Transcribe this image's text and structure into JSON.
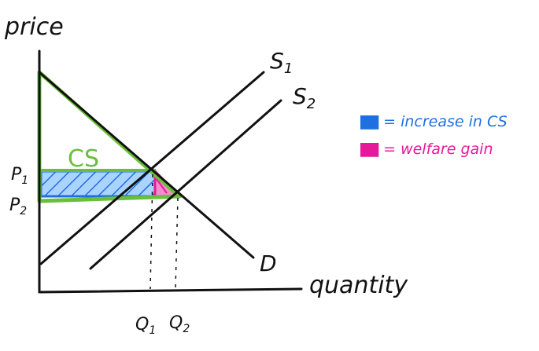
{
  "labels": {
    "y_axis": "price",
    "x_axis": "quantity",
    "supply_1": "S",
    "supply_1_sub": "1",
    "supply_2": "S",
    "supply_2_sub": "2",
    "demand": "D",
    "consumer_surplus": "CS",
    "price_1": "P",
    "price_1_sub": "1",
    "price_2": "P",
    "price_2_sub": "2",
    "quantity_1": "Q",
    "quantity_1_sub": "1",
    "quantity_2": "Q",
    "quantity_2_sub": "2"
  },
  "legend": [
    {
      "swatch": "██",
      "text": " = increase in CS",
      "color": "#1f6fe0"
    },
    {
      "swatch": "██",
      "text": " = welfare gain",
      "color": "#e6199b"
    }
  ],
  "colors": {
    "ink": "#111111",
    "cs_outline": "#6abf3a",
    "increase_cs": "#1f6fe0",
    "increase_cs_fill": "#8fc4ff",
    "welfare_gain": "#e6199b"
  }
}
